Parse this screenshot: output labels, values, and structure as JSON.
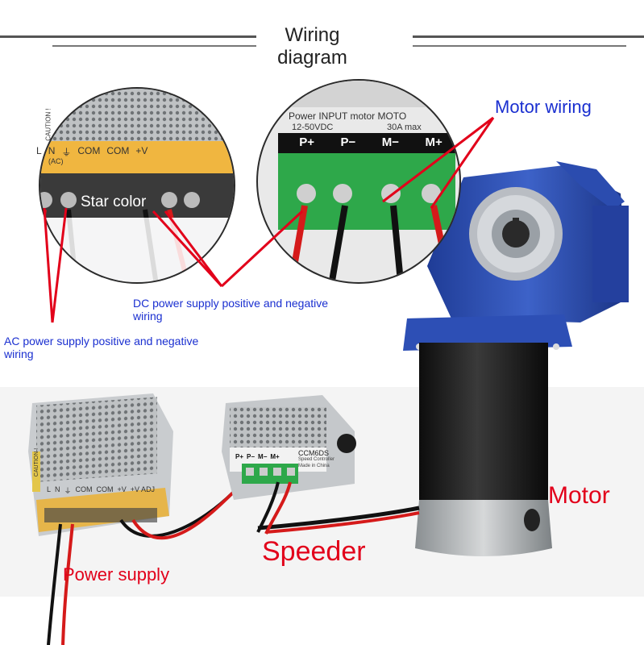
{
  "header": {
    "title_line1": "Wiring",
    "title_line2": "diagram"
  },
  "labels": {
    "motor_wiring": "Motor wiring",
    "star_color": "Star color",
    "dc_supply_line1": "DC power supply positive and negative",
    "dc_supply_line2": "wiring",
    "ac_supply_line1": "AC power supply positive and negative",
    "ac_supply_line2": "wiring",
    "motor": "Motor",
    "speeder": "Speeder",
    "power_supply": "Power supply"
  },
  "left_zoom": {
    "caution": "CAUTION !",
    "terminals": [
      "L",
      "N",
      "⏚",
      "COM",
      "COM",
      "+V"
    ],
    "ac_tag": "(AC)"
  },
  "right_zoom": {
    "header_line1": "Power INPUT motor MOTO",
    "spec_voltage": "12-50VDC",
    "spec_current": "30A max",
    "terminals": [
      "P+",
      "P−",
      "M−",
      "M+"
    ]
  },
  "controller": {
    "model": "CCM6DS",
    "sub": "Speed Controller",
    "made_in": "Made in China",
    "terminals": [
      "P+",
      "P−",
      "M−",
      "M+"
    ]
  },
  "power_supply_unit": {
    "terminals": [
      "L",
      "N",
      "⏚",
      "COM",
      "COM",
      "+V",
      "+V ADJ"
    ],
    "caution": "CAUTION !"
  },
  "colors": {
    "accent_red": "#e2001a",
    "accent_blue": "#1a2fd0",
    "gearbox_blue": "#2a4fb0",
    "terminal_green": "#2ea84a",
    "motor_black": "#1b1b1b"
  }
}
